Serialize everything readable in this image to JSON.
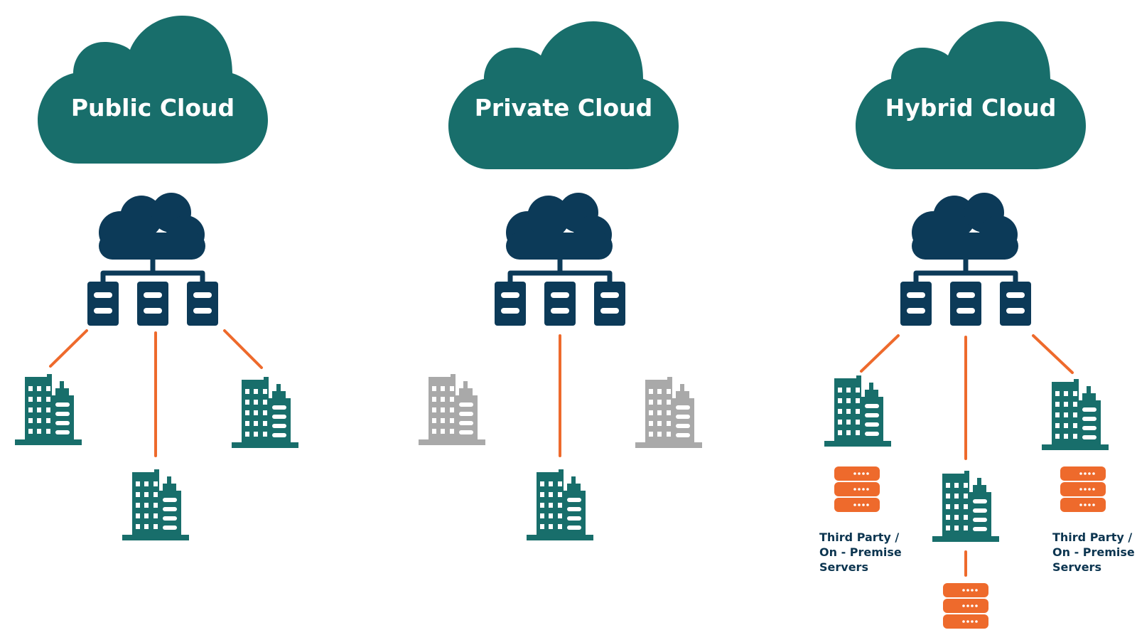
{
  "colors": {
    "big_cloud": "#186e6b",
    "network": "#0c3a58",
    "building_active": "#186e6b",
    "building_inactive": "#a9a9a9",
    "connector": "#ee6a2c",
    "server": "#ee6a2c",
    "label": "#0c3550"
  },
  "icons": {
    "cloud": "cloud-icon",
    "network": "cloud-network-icon",
    "building": "office-building-icon",
    "server": "server-stack-icon"
  },
  "panels": {
    "public": {
      "title": "Public Cloud"
    },
    "private": {
      "title": "Private Cloud"
    },
    "hybrid": {
      "title": "Hybrid Cloud",
      "left_server_label": [
        "Third Party /",
        "On - Premise",
        "Servers"
      ],
      "right_server_label": [
        "Third Party /",
        "On - Premise",
        "Servers"
      ]
    }
  }
}
